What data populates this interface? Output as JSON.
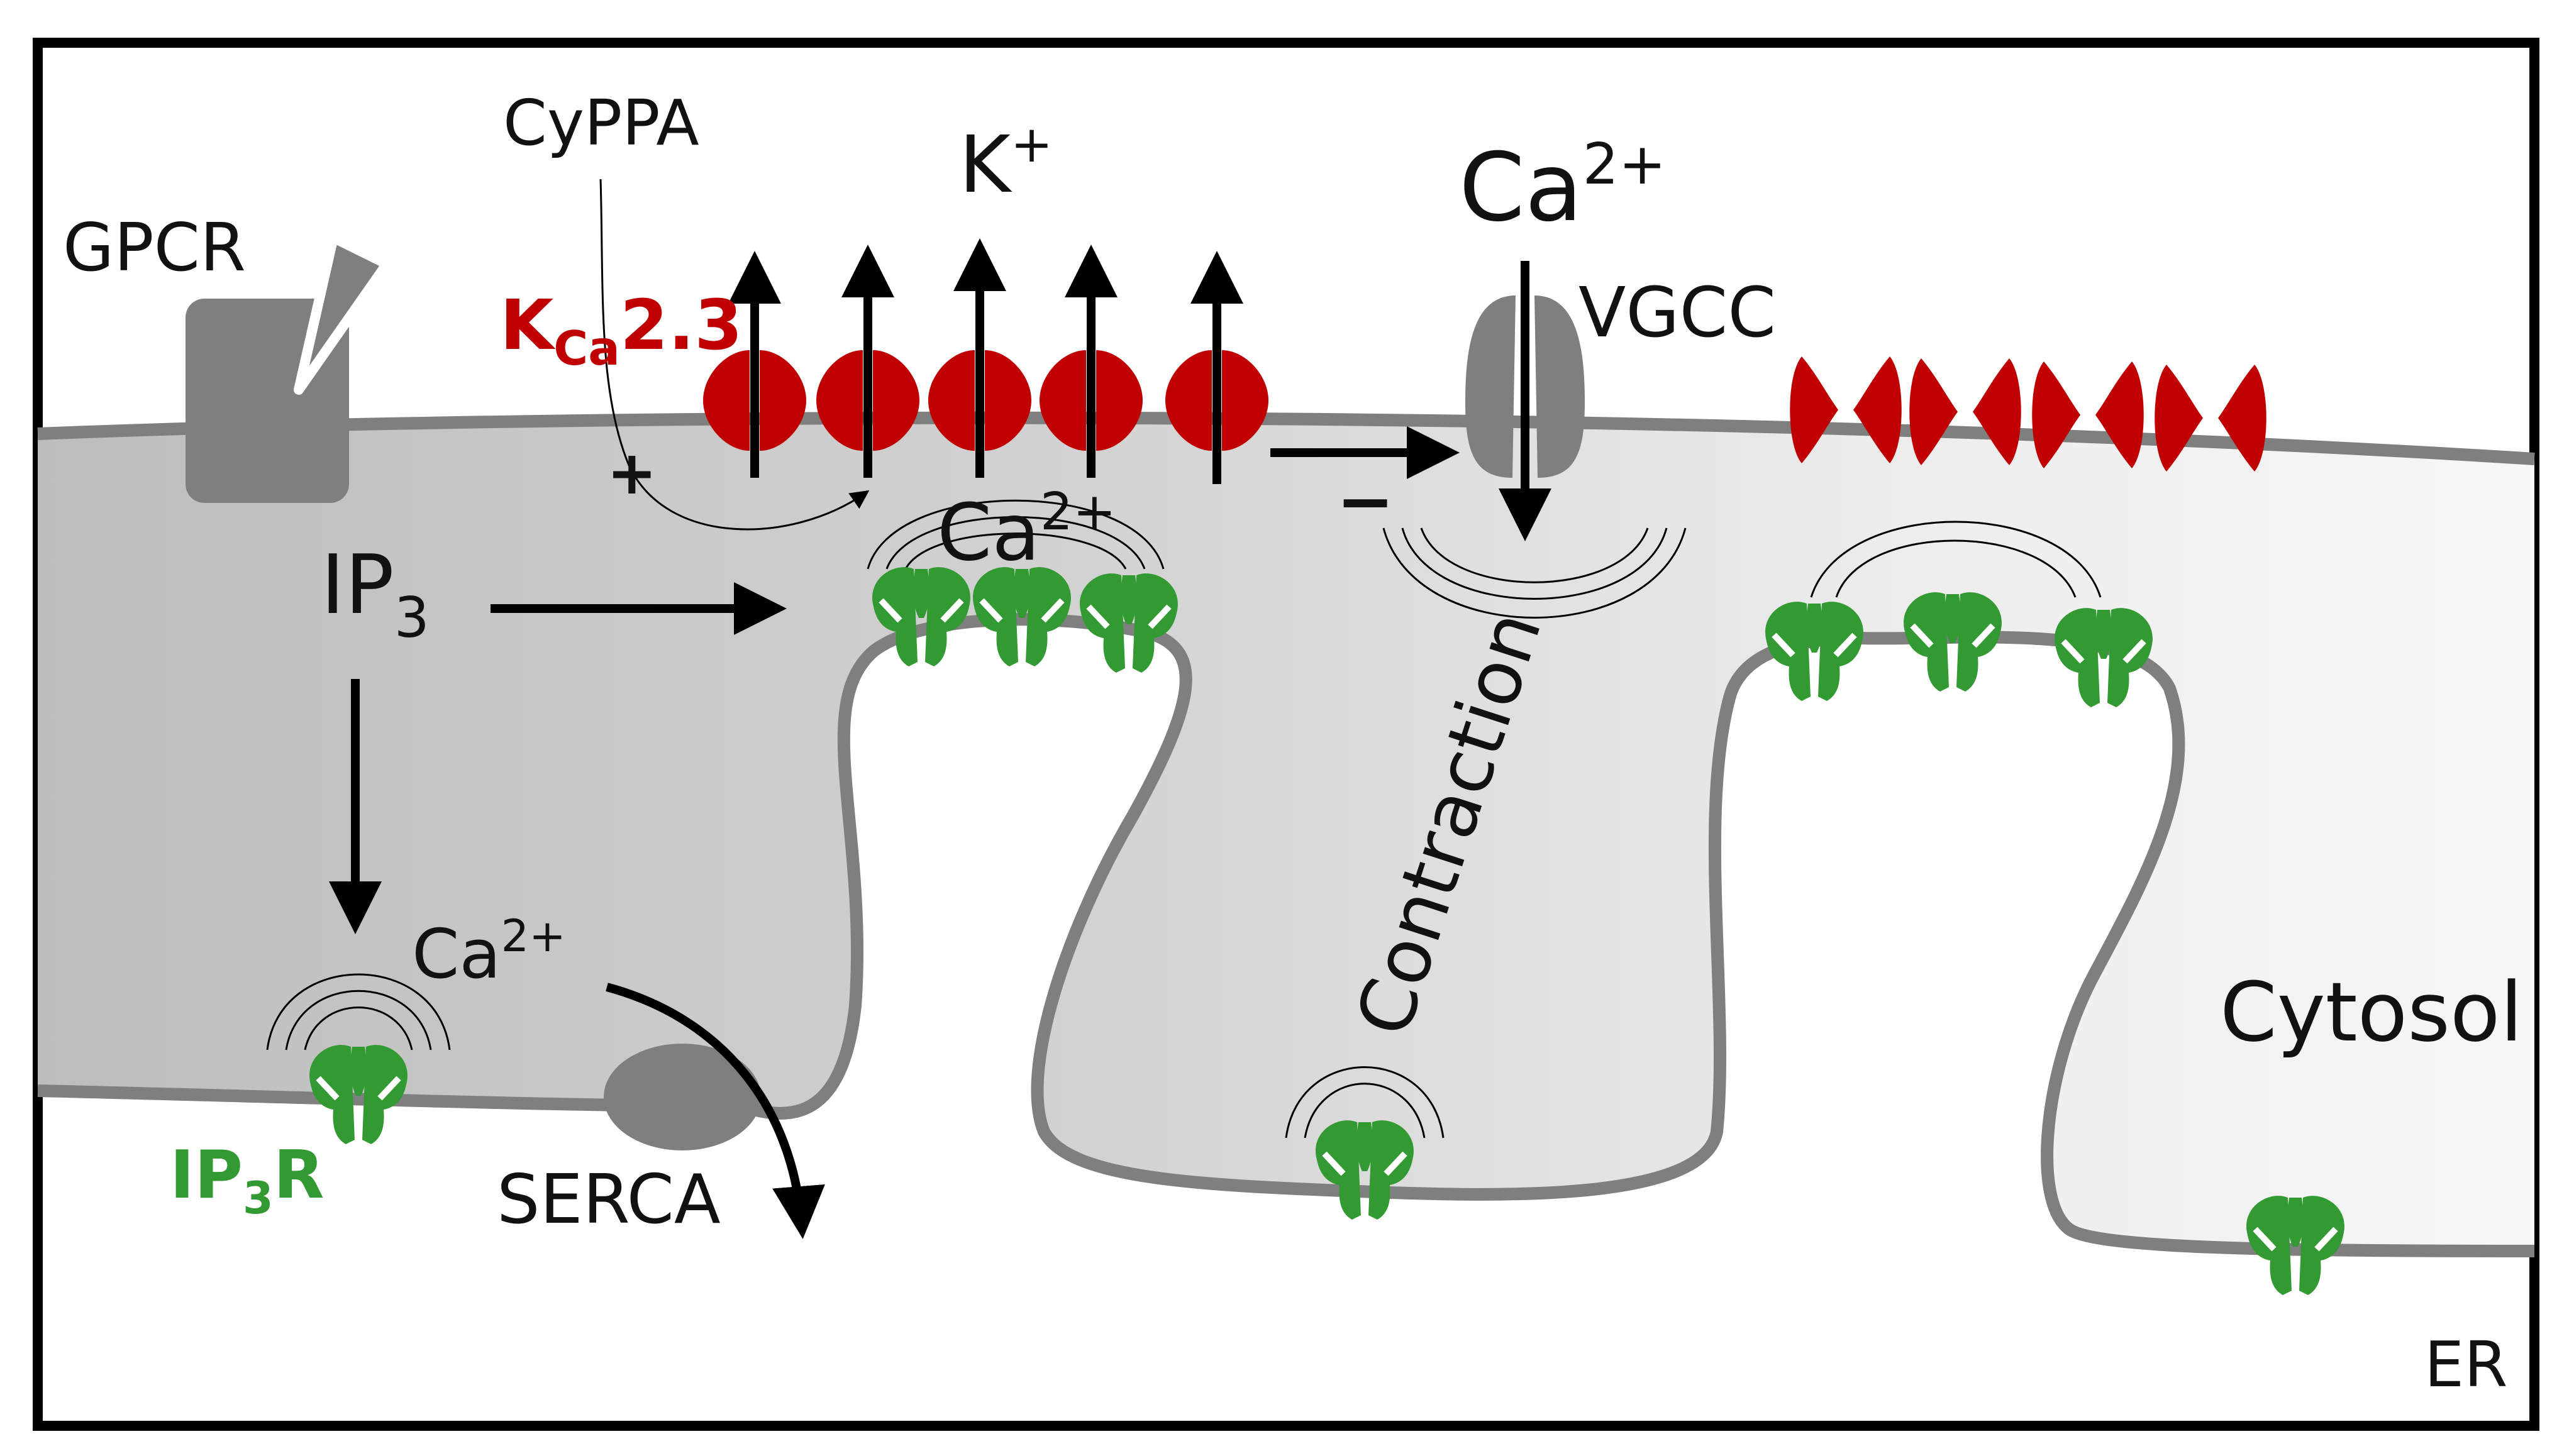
{
  "labels": {
    "cyppa": "CyPPA",
    "k_ion": "K",
    "k_charge": "+",
    "gpcr": "GPCR",
    "kca_k": "K",
    "kca_sub": "Ca",
    "kca_num": "2.3",
    "ca_top_base": "Ca",
    "ca_top_charge": "2+",
    "vgcc": "VGCC",
    "plus": "+",
    "minus": "−",
    "ip3_base": "IP",
    "ip3_sub": "3",
    "ca_mid_base": "Ca",
    "ca_mid_charge": "2+",
    "contraction": "Contraction",
    "ca_low_base": "Ca",
    "ca_low_charge": "2+",
    "cytosol": "Cytosol",
    "ip3r_base": "IP",
    "ip3r_sub": "3",
    "ip3r_r": "R",
    "serca": "SERCA",
    "er": "ER"
  },
  "colors": {
    "kca_red": "#c00000",
    "ip3r_green": "#339933",
    "protein_gray": "#7f7f7f",
    "membrane_gray": "#7f7f7f",
    "cytosol_dark": "#bdbdbd",
    "cytosol_light": "#f2f2f2",
    "er_fill": "#f2f2f2",
    "arrow_black": "#000000"
  }
}
